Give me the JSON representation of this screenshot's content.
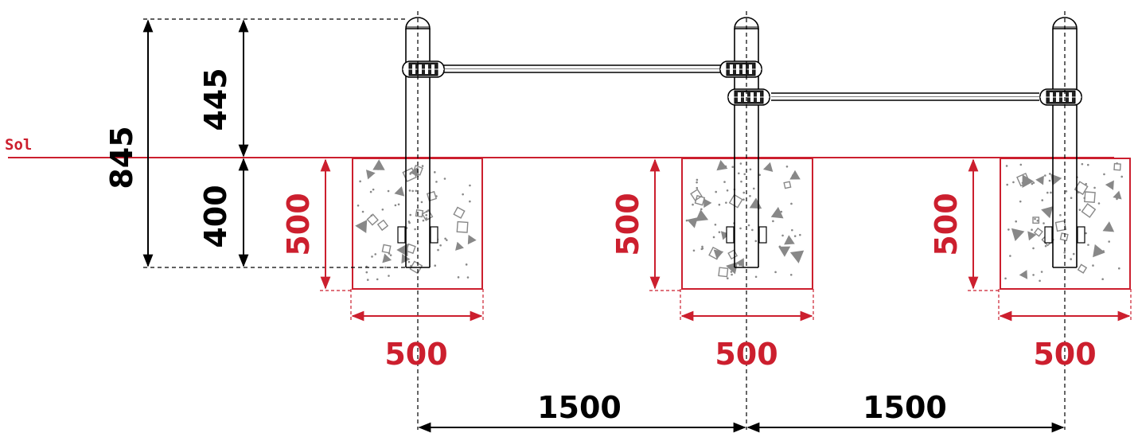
{
  "labels": {
    "ground": "Sol",
    "total_height": "845",
    "above_ground": "445",
    "below_ground": "400",
    "footing_depth_1": "500",
    "footing_depth_2": "500",
    "footing_depth_3": "500",
    "footing_width_1": "500",
    "footing_width_2": "500",
    "footing_width_3": "500",
    "spacing_1": "1500",
    "spacing_2": "1500"
  },
  "colors": {
    "accent_red": "#cc1f2e",
    "line_black": "#000000",
    "concrete_mark": "#888888"
  }
}
